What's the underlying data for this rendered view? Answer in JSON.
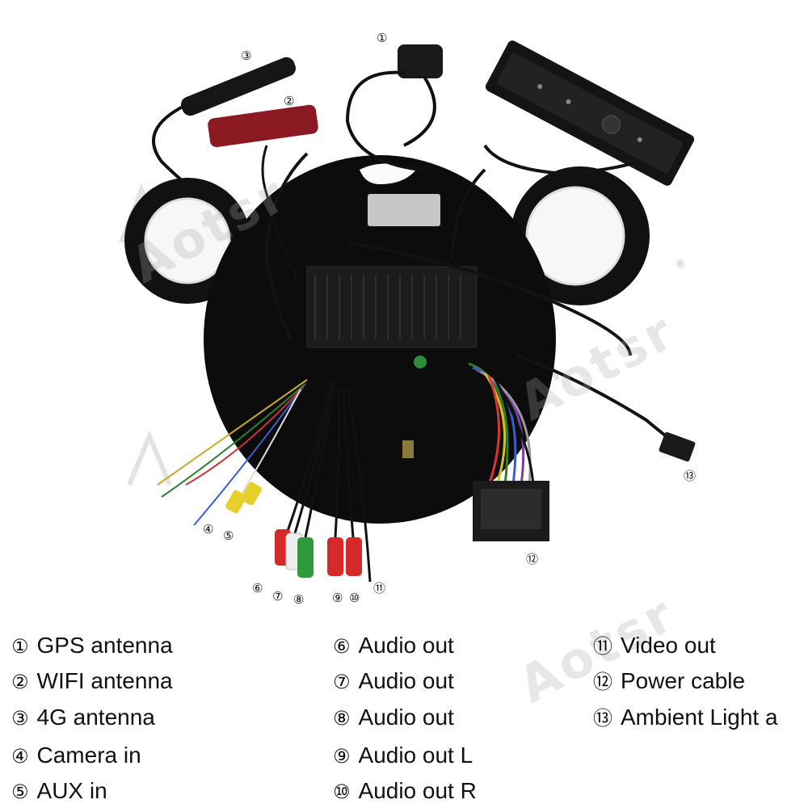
{
  "watermark": {
    "text": "Aotsr",
    "registered_mark": "®"
  },
  "callouts": {
    "c1": "①",
    "c2": "②",
    "c3": "③",
    "c4": "④",
    "c5": "⑤",
    "c6": "⑥",
    "c7": "⑦",
    "c8": "⑧",
    "c9": "⑨",
    "c10": "⑩",
    "c11": "⑪",
    "c12": "⑫",
    "c13": "⑬"
  },
  "legend": {
    "items": [
      {
        "num": "①",
        "label": "GPS antenna"
      },
      {
        "num": "②",
        "label": "WIFI antenna"
      },
      {
        "num": "③",
        "label": "4G antenna"
      },
      {
        "num": "④",
        "label": "Camera in"
      },
      {
        "num": "⑤",
        "label": "AUX in"
      },
      {
        "num": "⑥",
        "label": "Audio out"
      },
      {
        "num": "⑦",
        "label": "Audio out"
      },
      {
        "num": "⑧",
        "label": "Audio out"
      },
      {
        "num": "⑨",
        "label": "Audio out L"
      },
      {
        "num": "⑩",
        "label": "Audio out R"
      },
      {
        "num": "⑪",
        "label": "Video out"
      },
      {
        "num": "⑫",
        "label": "Power cable"
      },
      {
        "num": "⑬",
        "label": "Ambient Light a"
      }
    ]
  },
  "colors": {
    "unit_body": "#0c0c0c",
    "ring_white": "#f4f4f4",
    "wifi_antenna": "#8b1a22",
    "rca_red": "#d42a2a",
    "rca_white": "#efefef",
    "rca_green": "#2e9b3a",
    "camera_yellow": "#e6cf2a"
  }
}
